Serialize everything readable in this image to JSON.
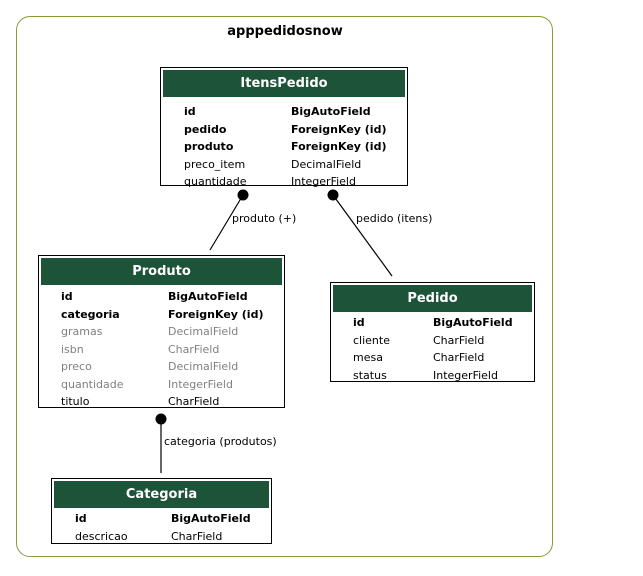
{
  "app": {
    "title": "apppedidosnow"
  },
  "models": {
    "itens_pedido": {
      "title": "ItensPedido",
      "fields": [
        {
          "name": "id",
          "type": "BigAutoField",
          "style": "bold"
        },
        {
          "name": "pedido",
          "type": "ForeignKey (id)",
          "style": "bold"
        },
        {
          "name": "produto",
          "type": "ForeignKey (id)",
          "style": "bold"
        },
        {
          "name": "preco_item",
          "type": "DecimalField",
          "style": "normal"
        },
        {
          "name": "quantidade",
          "type": "IntegerField",
          "style": "normal"
        }
      ]
    },
    "produto": {
      "title": "Produto",
      "fields": [
        {
          "name": "id",
          "type": "BigAutoField",
          "style": "bold"
        },
        {
          "name": "categoria",
          "type": "ForeignKey (id)",
          "style": "bold"
        },
        {
          "name": "gramas",
          "type": "DecimalField",
          "style": "muted"
        },
        {
          "name": "isbn",
          "type": "CharField",
          "style": "muted"
        },
        {
          "name": "preco",
          "type": "DecimalField",
          "style": "muted"
        },
        {
          "name": "quantidade",
          "type": "IntegerField",
          "style": "muted"
        },
        {
          "name": "titulo",
          "type": "CharField",
          "style": "normal"
        }
      ]
    },
    "pedido": {
      "title": "Pedido",
      "fields": [
        {
          "name": "id",
          "type": "BigAutoField",
          "style": "bold"
        },
        {
          "name": "cliente",
          "type": "CharField",
          "style": "normal"
        },
        {
          "name": "mesa",
          "type": "CharField",
          "style": "normal"
        },
        {
          "name": "status",
          "type": "IntegerField",
          "style": "normal"
        }
      ]
    },
    "categoria": {
      "title": "Categoria",
      "fields": [
        {
          "name": "id",
          "type": "BigAutoField",
          "style": "bold"
        },
        {
          "name": "descricao",
          "type": "CharField",
          "style": "normal"
        }
      ]
    }
  },
  "relations": {
    "itens_produto": "produto (+)",
    "itens_pedido": "pedido (itens)",
    "produto_categoria": "categoria (produtos)"
  },
  "colors": {
    "header_bg": "#1d5339",
    "frame_border": "#8a9a3a",
    "muted_text": "#808080"
  }
}
